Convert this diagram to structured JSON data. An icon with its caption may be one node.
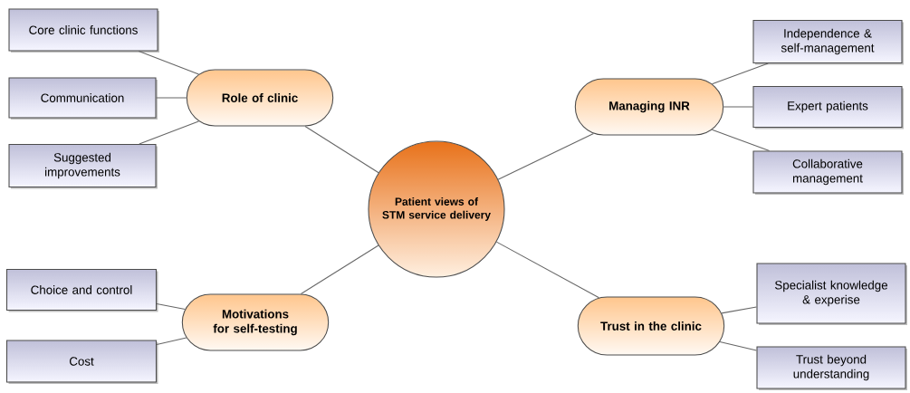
{
  "diagram": {
    "nodes": [
      {
        "text": [
          "Patient views of STM service delivery"
        ]
      },
      {
        "text": [
          "Role of clinic"
        ]
      },
      {
        "text": [
          "Core clinic functions"
        ]
      },
      {
        "text": [
          "Communication"
        ]
      },
      {
        "text": [
          "Suggested improvements"
        ]
      },
      {
        "text": [
          "Managing INR"
        ]
      },
      {
        "text": [
          "Independence & self-management"
        ]
      },
      {
        "text": [
          "Expert patients"
        ]
      },
      {
        "text": [
          "Collaborative management"
        ]
      },
      {
        "text": [
          "Motivations for self-testing"
        ]
      },
      {
        "text": [
          "Choice and control"
        ]
      },
      {
        "text": [
          "Cost"
        ]
      },
      {
        "text": [
          "Trust in the clinic"
        ]
      },
      {
        "text": [
          "Specialist knowledge & experise"
        ]
      },
      {
        "text": [
          "Trust beyond understanding"
        ]
      }
    ],
    "edges": [
      {
        "from": 0,
        "to": 1,
        "arrow": "none"
      },
      {
        "from": 1,
        "to": 2,
        "arrow": "none"
      },
      {
        "from": 1,
        "to": 3,
        "arrow": "none"
      },
      {
        "from": 1,
        "to": 4,
        "arrow": "none"
      },
      {
        "from": 0,
        "to": 5,
        "arrow": "none"
      },
      {
        "from": 5,
        "to": 6,
        "arrow": "none"
      },
      {
        "from": 5,
        "to": 7,
        "arrow": "none"
      },
      {
        "from": 5,
        "to": 8,
        "arrow": "none"
      },
      {
        "from": 0,
        "to": 9,
        "arrow": "none"
      },
      {
        "from": 9,
        "to": 10,
        "arrow": "none"
      },
      {
        "from": 9,
        "to": 11,
        "arrow": "none"
      },
      {
        "from": 0,
        "to": 12,
        "arrow": "none"
      },
      {
        "from": 12,
        "to": 13,
        "arrow": "none"
      },
      {
        "from": 12,
        "to": 14,
        "arrow": "none"
      }
    ]
  }
}
